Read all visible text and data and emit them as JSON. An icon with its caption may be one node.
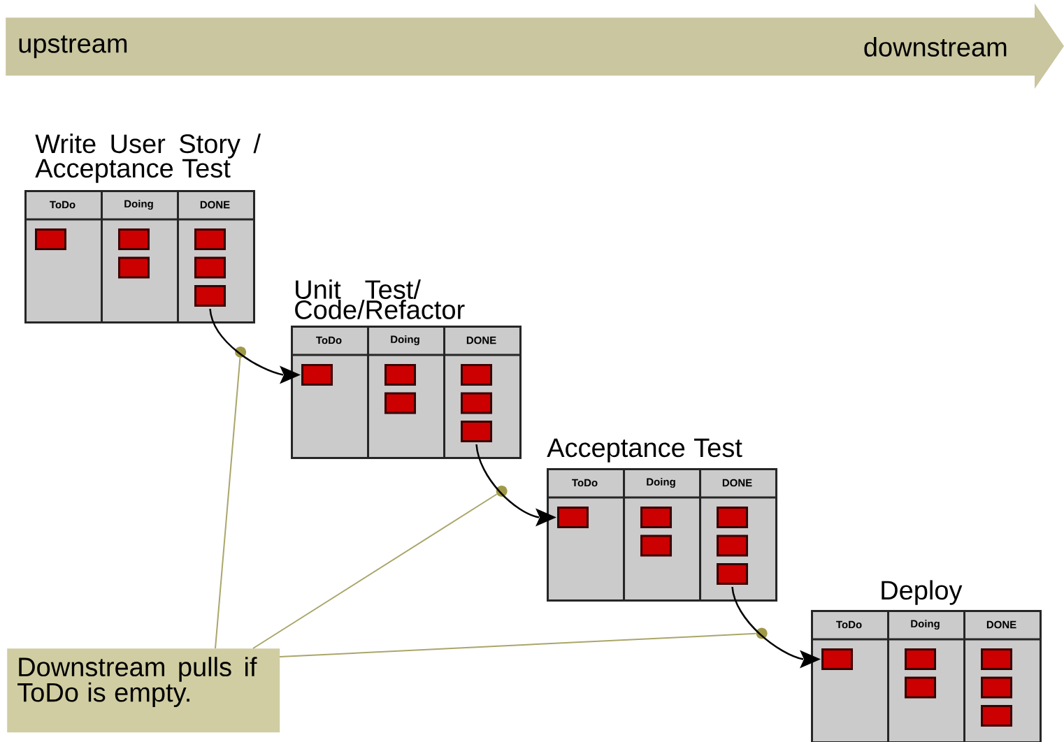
{
  "diagram": {
    "nodes": [
      {
        "text": [
          "upstream",
          "downstream"
        ]
      },
      {
        "text": [
          "Write User Story / Acceptance Test"
        ]
      },
      {
        "text": [
          "ToDo"
        ],
        "in": 1
      },
      {
        "text": [],
        "shape": "box",
        "in": 2
      },
      {
        "text": [
          "Doing"
        ],
        "in": 1
      },
      {
        "text": [],
        "shape": "box",
        "in": 4
      },
      {
        "text": [],
        "shape": "box",
        "in": 4
      },
      {
        "text": [
          "DONE"
        ],
        "in": 1
      },
      {
        "text": [],
        "shape": "box",
        "in": 7
      },
      {
        "text": [],
        "shape": "box",
        "in": 7
      },
      {
        "text": [],
        "shape": "box",
        "in": 7
      },
      {
        "text": [
          "Unit Test/ Code/Refactor"
        ]
      },
      {
        "text": [
          "ToDo"
        ],
        "in": 11
      },
      {
        "text": [],
        "shape": "box",
        "in": 12
      },
      {
        "text": [
          "Doing"
        ],
        "in": 11
      },
      {
        "text": [],
        "shape": "box",
        "in": 14
      },
      {
        "text": [],
        "shape": "box",
        "in": 14
      },
      {
        "text": [
          "DONE"
        ],
        "in": 11
      },
      {
        "text": [],
        "shape": "box",
        "in": 17
      },
      {
        "text": [],
        "shape": "box",
        "in": 17
      },
      {
        "text": [],
        "shape": "box",
        "in": 17
      },
      {
        "text": [
          "Acceptance Test"
        ]
      },
      {
        "text": [
          "ToDo"
        ],
        "in": 21
      },
      {
        "text": [],
        "shape": "box",
        "in": 22
      },
      {
        "text": [
          "Doing"
        ],
        "in": 21
      },
      {
        "text": [],
        "shape": "box",
        "in": 24
      },
      {
        "text": [],
        "shape": "box",
        "in": 24
      },
      {
        "text": [
          "DONE"
        ],
        "in": 21
      },
      {
        "text": [],
        "shape": "box",
        "in": 27
      },
      {
        "text": [],
        "shape": "box",
        "in": 27
      },
      {
        "text": [],
        "shape": "box",
        "in": 27
      },
      {
        "text": [
          "Deploy"
        ]
      },
      {
        "text": [
          "ToDo"
        ],
        "in": 31
      },
      {
        "text": [],
        "shape": "box",
        "in": 32
      },
      {
        "text": [
          "Doing"
        ],
        "in": 31
      },
      {
        "text": [],
        "shape": "box",
        "in": 34
      },
      {
        "text": [],
        "shape": "box",
        "in": 34
      },
      {
        "text": [
          "DONE"
        ],
        "in": 31
      },
      {
        "text": [],
        "shape": "box",
        "in": 37
      },
      {
        "text": [],
        "shape": "box",
        "in": 37
      },
      {
        "text": [],
        "shape": "box",
        "in": 37
      },
      {
        "text": [
          "Downstream pulls if ToDo is empty."
        ]
      },
      {
        "text": [],
        "shape": "circle"
      },
      {
        "text": [],
        "shape": "circle"
      },
      {
        "text": [],
        "shape": "circle"
      }
    ],
    "edges": [
      {
        "from": 10,
        "to": 13,
        "arrow": "to"
      },
      {
        "from": 20,
        "to": 23,
        "arrow": "to"
      },
      {
        "from": 30,
        "to": 33,
        "arrow": "to"
      },
      {
        "from": 41,
        "to": 42,
        "arrow": "none",
        "color": "#aaa66a"
      },
      {
        "from": 41,
        "to": 43,
        "arrow": "none",
        "color": "#aaa66a"
      },
      {
        "from": 41,
        "to": 44,
        "arrow": "none",
        "color": "#aaa66a"
      }
    ]
  }
}
